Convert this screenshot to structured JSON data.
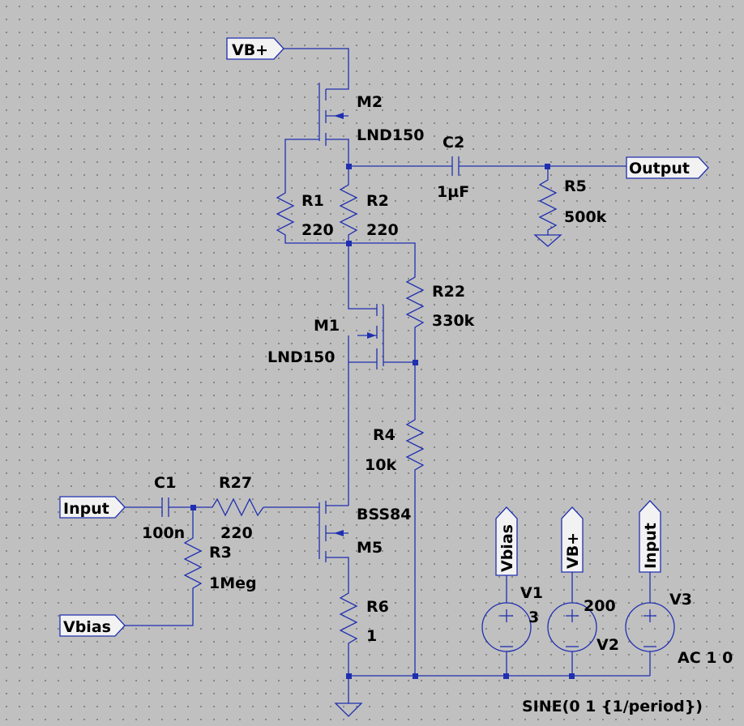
{
  "nets": {
    "vbplus_top": "VB+",
    "output": "Output",
    "input_left": "Input",
    "vbias_left": "Vbias",
    "vbias_src": "Vbias",
    "vbplus_src": "VB+",
    "input_src": "Input"
  },
  "components": {
    "M2": {
      "name": "M2",
      "value": "LND150"
    },
    "M1": {
      "name": "M1",
      "value": "LND150"
    },
    "M5": {
      "name": "M5",
      "value": "BSS84"
    },
    "C2": {
      "name": "C2",
      "value": "1µF"
    },
    "C1": {
      "name": "C1",
      "value": "100n"
    },
    "R1": {
      "name": "R1",
      "value": "220"
    },
    "R2": {
      "name": "R2",
      "value": "220"
    },
    "R5": {
      "name": "R5",
      "value": "500k"
    },
    "R22": {
      "name": "R22",
      "value": "330k"
    },
    "R4": {
      "name": "R4",
      "value": "10k"
    },
    "R27": {
      "name": "R27",
      "value": "220"
    },
    "R3": {
      "name": "R3",
      "value": "1Meg"
    },
    "R6": {
      "name": "R6",
      "value": "1"
    },
    "V1": {
      "name": "V1",
      "value": "3"
    },
    "V2": {
      "name": "V2",
      "value": "200"
    },
    "V3": {
      "name": "V3",
      "value": "AC 1 0"
    }
  },
  "directives": {
    "v3_sine": "SINE(0 1 {1/period})"
  },
  "colors": {
    "wire": "#1f2fb0",
    "background": "#c0c0c0",
    "text": "#000000"
  }
}
